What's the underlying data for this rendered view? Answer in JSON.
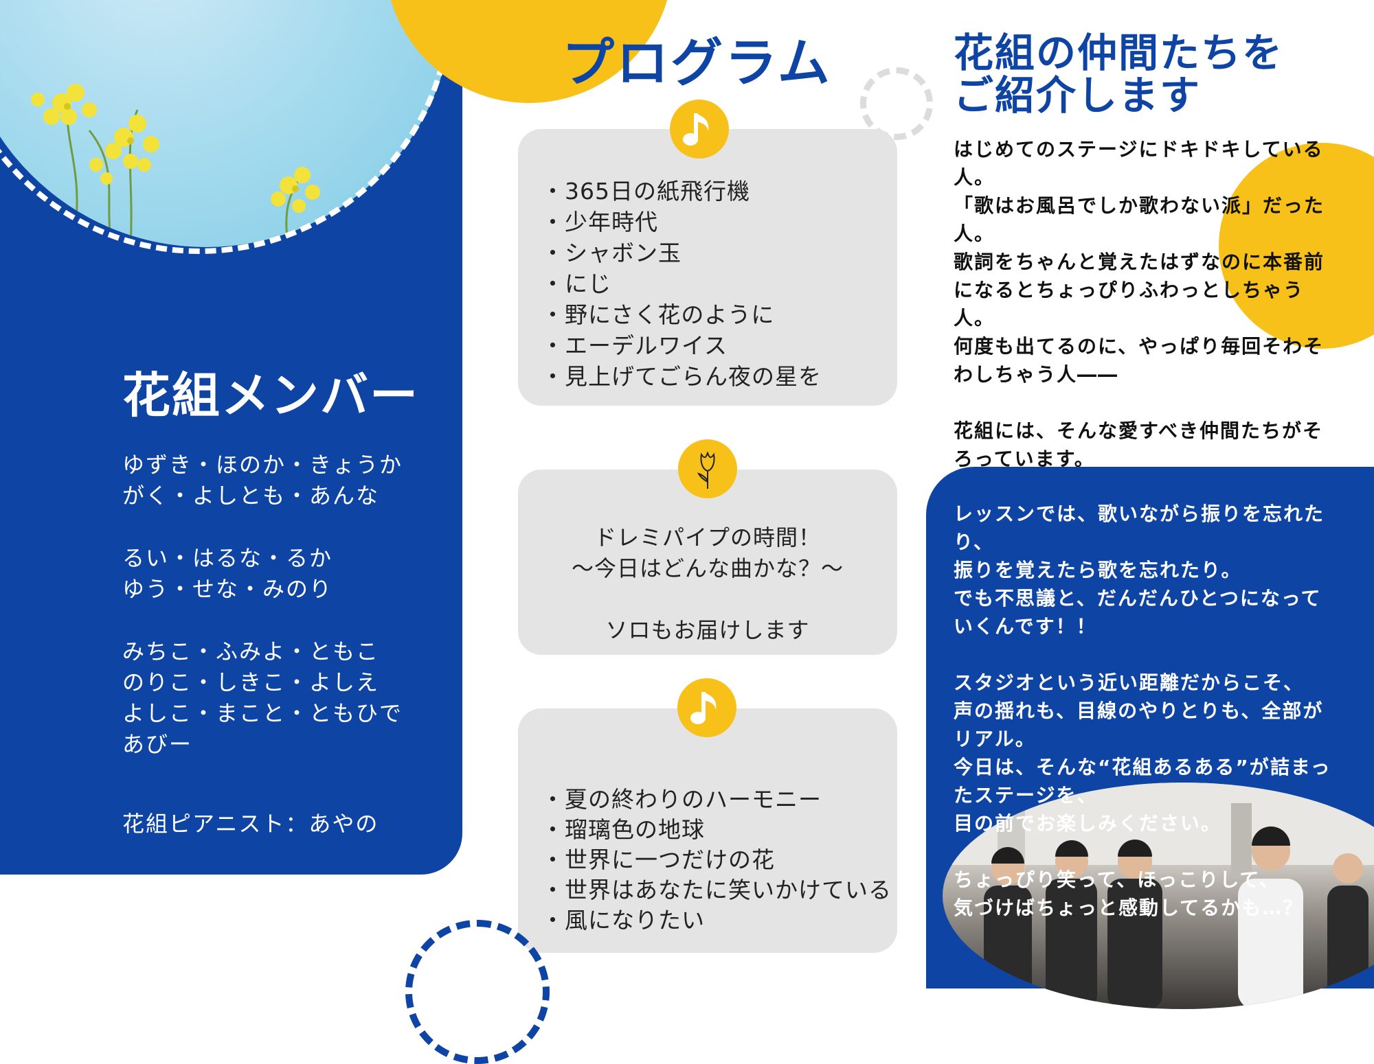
{
  "colors": {
    "blue": "#0e45a5",
    "yellow": "#f8c11a",
    "card_grey": "#e4e4e4"
  },
  "members": {
    "title": "花組メンバー",
    "lines": [
      "ゆずき・ほのか・きょうか",
      "がく・よしとも・あんな",
      "るい・はるな・るか",
      "ゆう・せな・みのり",
      "みちこ・ふみよ・ともこ",
      "のりこ・しきこ・よしえ",
      "よしこ・まこと・ともひで",
      "あびー"
    ],
    "pianist": "花組ピアニスト：あやの"
  },
  "program": {
    "title": "プログラム",
    "card1": {
      "icon": "music-note-icon",
      "items": [
        "・365日の紙飛行機",
        "・少年時代",
        "・シャボン玉",
        "・にじ",
        "・野にさく花のように",
        "・エーデルワイス",
        "・見上げてごらん夜の星を"
      ]
    },
    "card2": {
      "icon": "tulip-icon",
      "lines": [
        "ドレミパイプの時間！",
        "〜今日はどんな曲かな？〜",
        "ソロもお届けします"
      ]
    },
    "card3": {
      "icon": "music-note-icon",
      "items": [
        "・夏の終わりのハーモニー",
        "・瑠璃色の地球",
        "・世界に一つだけの花",
        "・世界はあなたに笑いかけている",
        "・風になりたい"
      ]
    }
  },
  "intro": {
    "title_lines": [
      "花組の仲間たちを",
      "ご紹介します"
    ],
    "lines": [
      "はじめてのステージにドキドキしている",
      "人。",
      "「歌はお風呂でしか歌わない派」だった",
      "人。",
      "歌詞をちゃんと覚えたはずなのに本番前",
      "になるとちょっぴりふわっとしちゃう",
      "人。",
      "何度も出てるのに、やっぱり毎回そわそ",
      "わしちゃう人――",
      "花組には、そんな愛すべき仲間たちがそ",
      "ろっています。"
    ]
  },
  "lesson": {
    "lines": [
      "レッスンでは、歌いながら振りを忘れた",
      "り、",
      "振りを覚えたら歌を忘れたり。",
      "でも不思議と、だんだんひとつになって",
      "いくんです！！",
      "スタジオという近い距離だからこそ、",
      "声の揺れも、目線のやりとりも、全部が",
      "リアル。",
      "今日は、そんな“花組あるある”が詰まっ",
      "たステージを、",
      "目の前でお楽しみください。",
      "ちょっぴり笑って、ほっこりして、",
      "気づけばちょっと感動してるかも…？"
    ]
  }
}
